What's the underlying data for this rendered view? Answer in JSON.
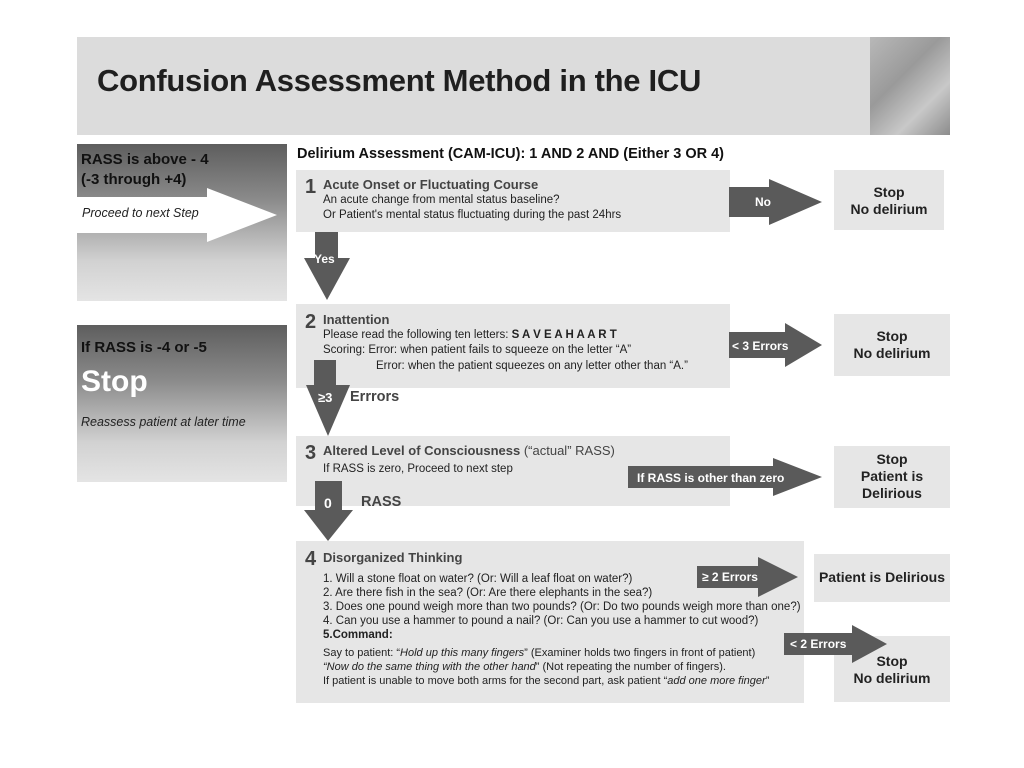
{
  "header": {
    "title": "Confusion Assessment Method in the ICU"
  },
  "left": {
    "top": {
      "line1": "RASS is above - 4",
      "line2": "(-3 through +4)",
      "proceed": "Proceed to next Step"
    },
    "bottom": {
      "line1": "If RASS is -4 or -5",
      "stop": "Stop",
      "reassess": "Reassess patient at later time"
    }
  },
  "assessment_title": "Delirium Assessment (CAM-ICU): 1 AND 2 AND (Either 3 OR 4)",
  "steps": [
    {
      "num": "1",
      "title": "Acute Onset or Fluctuating Course",
      "lines": [
        "An acute change from mental status baseline?",
        "Or Patient's mental status fluctuating during the past 24hrs"
      ]
    },
    {
      "num": "2",
      "title": "Inattention",
      "line1_prefix": "Please read the following ten letters: ",
      "letters": "S A V E A H A A R T",
      "line2": "Scoring:  Error: when patient fails to squeeze on the letter “A”",
      "line3": "Error: when the patient squeezes on any letter other than “A.”"
    },
    {
      "num": "3",
      "title": "Altered Level of Consciousness",
      "title_suffix": " (“actual” RASS)",
      "lines": [
        "If RASS is zero, Proceed to next step"
      ]
    },
    {
      "num": "4",
      "title": "Disorganized Thinking",
      "questions": [
        "1. Will a stone float on water? (Or: Will a leaf float on water?)",
        "2. Are there fish in the sea? (Or: Are there elephants in the sea?)",
        "3. Does one pound weigh more than two pounds? (Or: Do two pounds weigh more than one?)",
        "4. Can you use a hammer to pound a nail? (Or: Can you use a hammer to cut wood?)"
      ],
      "command_label": "5.Command:",
      "say_prefix": "Say to patient: “",
      "say_italic": "Hold up this many fingers",
      "say_suffix": "” (Examiner holds two fingers in front of patient)",
      "now_italic": "“Now do the same thing with the other hand",
      "now_suffix": "” (Not repeating the number of fingers).",
      "unable_prefix": "If patient is unable to move both arms for the second part, ask patient  “",
      "unable_italic": "add one more finger",
      "unable_suffix": "”"
    }
  ],
  "arrows": {
    "no": "No",
    "yes": "Yes",
    "lt3": "< 3 Errors",
    "ge3": "≥3",
    "ge3_suffix": "Errrors",
    "rass_other": "If RASS is other than zero",
    "zero": "0",
    "rass": "RASS",
    "ge2": "≥ 2 Errors",
    "lt2": "< 2 Errors"
  },
  "outcomes": {
    "o1": [
      "Stop",
      "No delirium"
    ],
    "o2": [
      "Stop",
      "No delirium"
    ],
    "o3": [
      "Stop",
      "Patient is",
      "Delirious"
    ],
    "o4": [
      "Patient is Delirious"
    ],
    "o5": [
      "Stop",
      "No delirium"
    ]
  },
  "colors": {
    "arrow": "#5a5a5a",
    "box": "#e6e6e6",
    "header": "#dcdcdc"
  }
}
